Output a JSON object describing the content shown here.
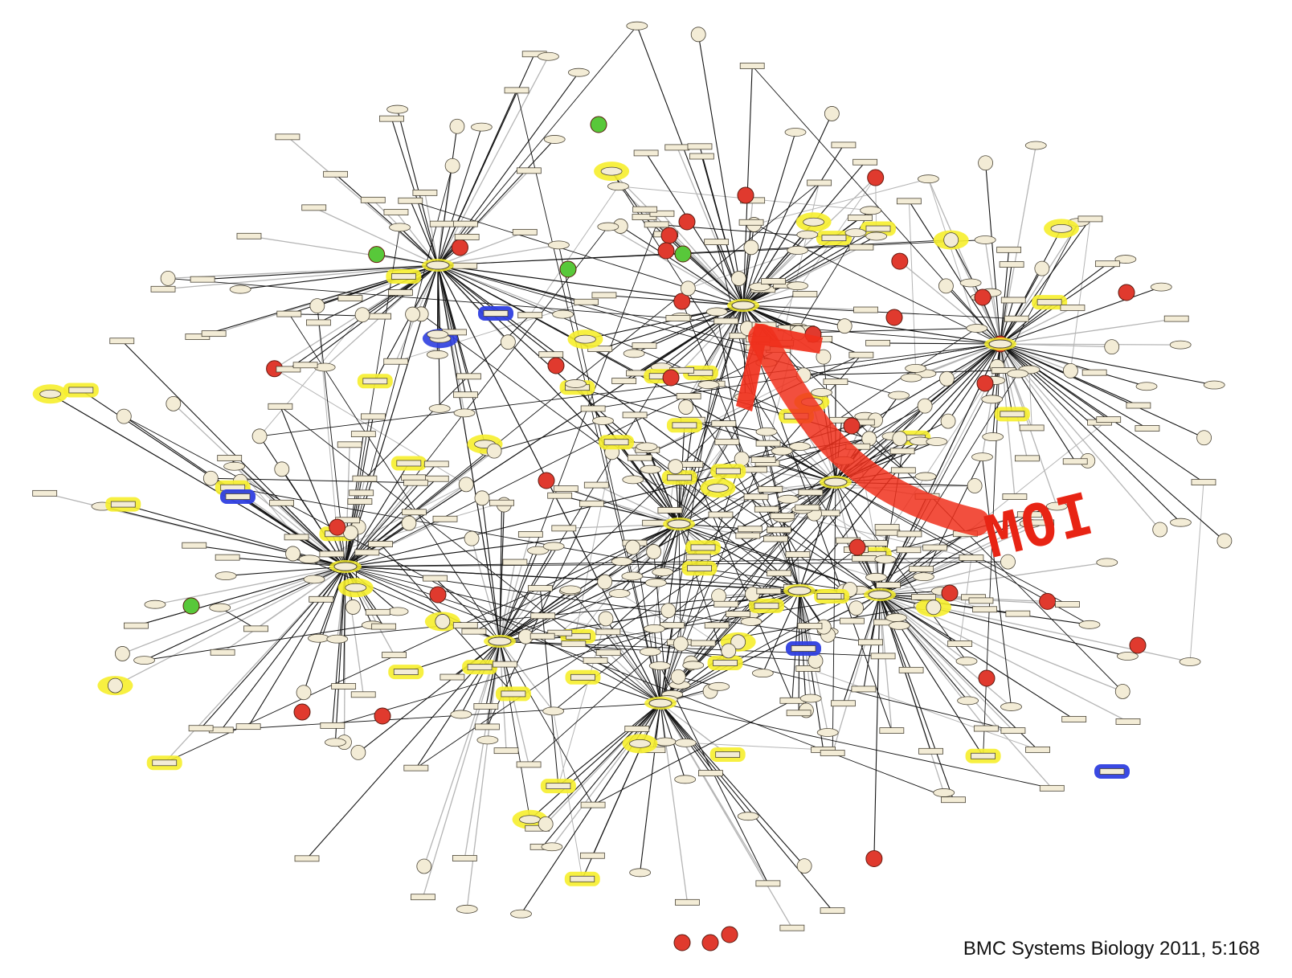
{
  "figure": {
    "annotation": "MOI",
    "citation": "BMC Systems Biology 2011, 5:168"
  },
  "colors": {
    "node_fill": "#f3ecd6",
    "node_stroke": "#4a4436",
    "edge_dark": "#141414",
    "edge_light": "#b5b5b5",
    "highlight_yellow": "#f6ee2c",
    "highlight_blue": "#2f3fe0",
    "state_red": "#e03a2e",
    "state_green": "#58c83a",
    "arrow_red": "#f0301c"
  },
  "legend_node_states": [
    "red",
    "green",
    "yellow-highlight",
    "blue-highlight"
  ]
}
